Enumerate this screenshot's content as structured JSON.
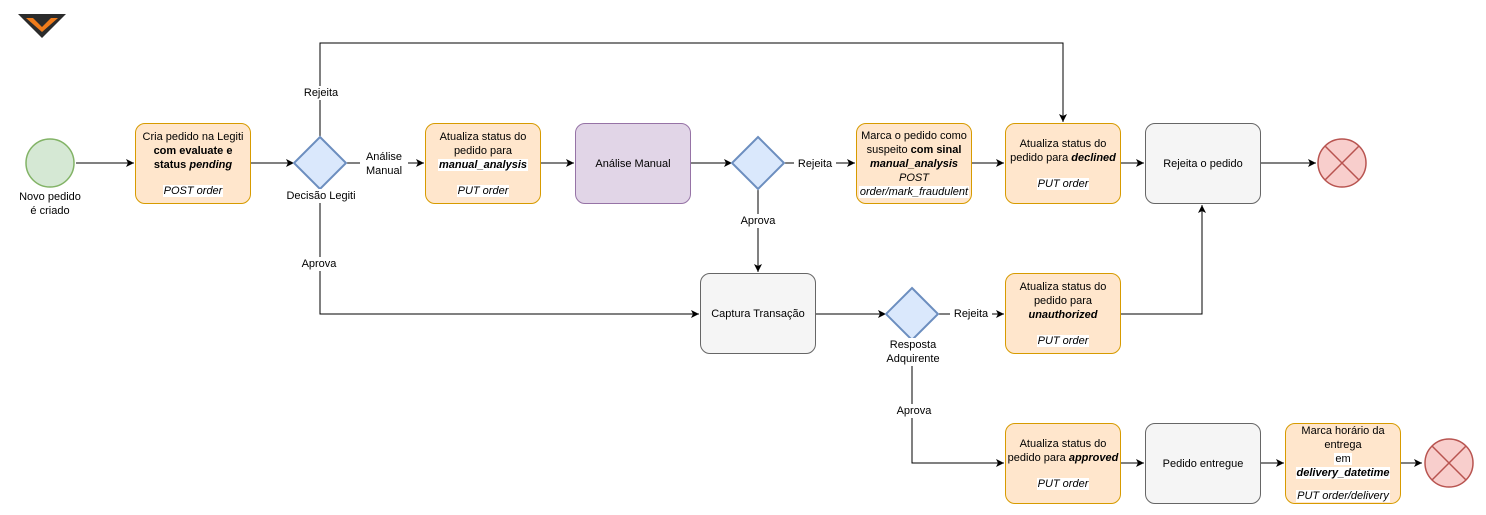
{
  "colors": {
    "task_fill": "#ffe6cc",
    "task_stroke": "#d79b00",
    "gateway_fill": "#dae8fc",
    "gateway_stroke": "#6c8ebf",
    "start_fill": "#d5e8d4",
    "start_stroke": "#82b366",
    "end_fill": "#f8cecc",
    "end_stroke": "#b85450",
    "manual_fill": "#e1d5e7",
    "manual_stroke": "#9673a6"
  },
  "start_event": {
    "label_line1": "Novo pedido",
    "label_line2": "é criado"
  },
  "tasks": {
    "create_order": {
      "line1": "Cria pedido na Legiti",
      "line2": "com evaluate e",
      "line3a": "status ",
      "line3b": "pending",
      "api": "POST order"
    },
    "manual_status": {
      "line1": "Atualiza status do",
      "line2": "pedido para",
      "line3": "manual_analysis",
      "api": "PUT order"
    },
    "manual_review": {
      "label": "Análise Manual"
    },
    "mark_fraud": {
      "line1": "Marca o pedido como",
      "line2a": "suspeito ",
      "line2b": "com sinal",
      "line3": "manual_analysis",
      "api1": "POST",
      "api2": "order/mark_fraudulent"
    },
    "declined_status": {
      "line1": "Atualiza status do",
      "line2a": "pedido para ",
      "line2b": "declined",
      "api": "PUT order"
    },
    "reject_order": {
      "label": "Rejeita o pedido"
    },
    "capture": {
      "label": "Captura Transação"
    },
    "unauthorized_status": {
      "line1": "Atualiza status do",
      "line2": "pedido para",
      "line3": "unauthorized",
      "api": "PUT order"
    },
    "approved_status": {
      "line1": "Atualiza status do",
      "line2a": "pedido para ",
      "line2b": "approved",
      "api": "PUT order"
    },
    "delivered": {
      "label": "Pedido entregue"
    },
    "delivery_time": {
      "line1": "Marca horário da",
      "line2": "entrega",
      "line3a": "em ",
      "line3b": "delivery_datetime",
      "api": "PUT order/delivery"
    }
  },
  "gateways": {
    "legiti_decision": {
      "label": "Decisão Legiti"
    },
    "acquirer_response": {
      "label_line1": "Resposta",
      "label_line2": "Adquirente"
    }
  },
  "edge_labels": {
    "top_reject": "Rejeita",
    "manual_line1": "Análise",
    "manual_line2": "Manual",
    "approve_left": "Aprova",
    "manual_reject": "Rejeita",
    "manual_approve": "Aprova",
    "acquirer_reject": "Rejeita",
    "acquirer_approve": "Aprova"
  }
}
